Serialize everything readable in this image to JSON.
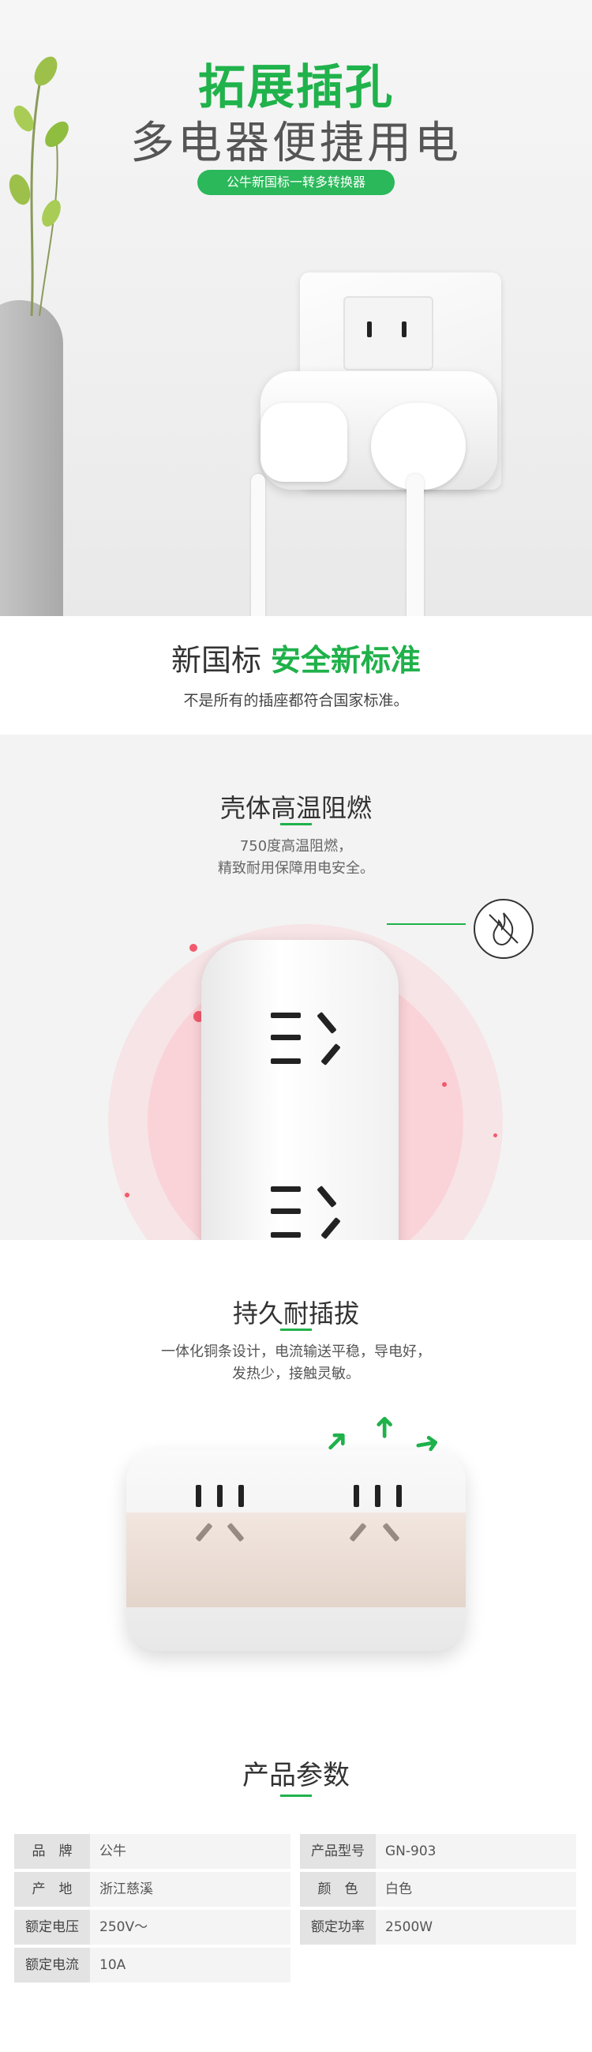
{
  "hero": {
    "title_line1": "拓展插孔",
    "title_line2": "多电器便捷用电",
    "badge": "公牛新国标一转多转换器"
  },
  "section_standard": {
    "title_part1": "新国标",
    "title_part2": "安全新标准",
    "subtitle": "不是所有的插座都符合国家标准。"
  },
  "section_flame": {
    "title": "壳体高温阻燃",
    "line1": "750度高温阻燃，",
    "line2": "精致耐用保障用电安全。",
    "icon": "no-fire-icon"
  },
  "section_durable": {
    "title": "持久耐插拔",
    "line1": "一体化铜条设计，电流输送平稳，导电好，",
    "line2": "发热少，接触灵敏。"
  },
  "specs": {
    "title": "产品参数",
    "left": [
      {
        "label": "品　牌",
        "value": "公牛"
      },
      {
        "label": "产　地",
        "value": "浙江慈溪"
      },
      {
        "label": "额定电压",
        "value": "250V～"
      },
      {
        "label": "额定电流",
        "value": "10A"
      }
    ],
    "right": [
      {
        "label": "产品型号",
        "value": "GN-903"
      },
      {
        "label": "颜　色",
        "value": "白色"
      },
      {
        "label": "额定功率",
        "value": "2500W"
      }
    ]
  },
  "colors": {
    "accent_green": "#1fb14a",
    "red_dot": "#f25a6c"
  }
}
